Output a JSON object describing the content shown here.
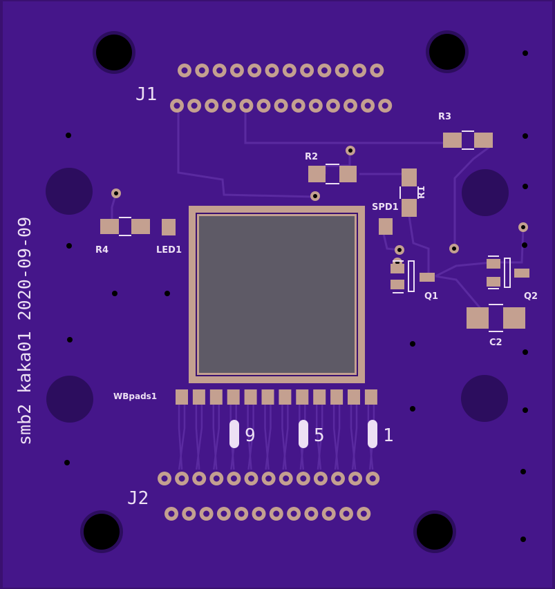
{
  "board": {
    "colors": {
      "background": "#3a1070",
      "board": "#45168a",
      "trace": "#5a2aa0",
      "pad": "#c4a090",
      "silkscreen": "#ede0f4",
      "hole": "#000000",
      "mount_pad": "#2c0d5e",
      "chip_face": "#5e5a66"
    },
    "labels": {
      "j1": "J1",
      "j2": "J2",
      "r2": "R2",
      "r3": "R3",
      "r1": "R1",
      "r4": "R4",
      "led1": "LED1",
      "spd1": "SPD1",
      "q1": "Q1",
      "q2": "Q2",
      "c2": "C2",
      "wbpads1": "WBpads1",
      "pin9": "9",
      "pin5": "5",
      "pin1": "1",
      "side_text": "smb2 kaka01 2020-09-09"
    }
  }
}
